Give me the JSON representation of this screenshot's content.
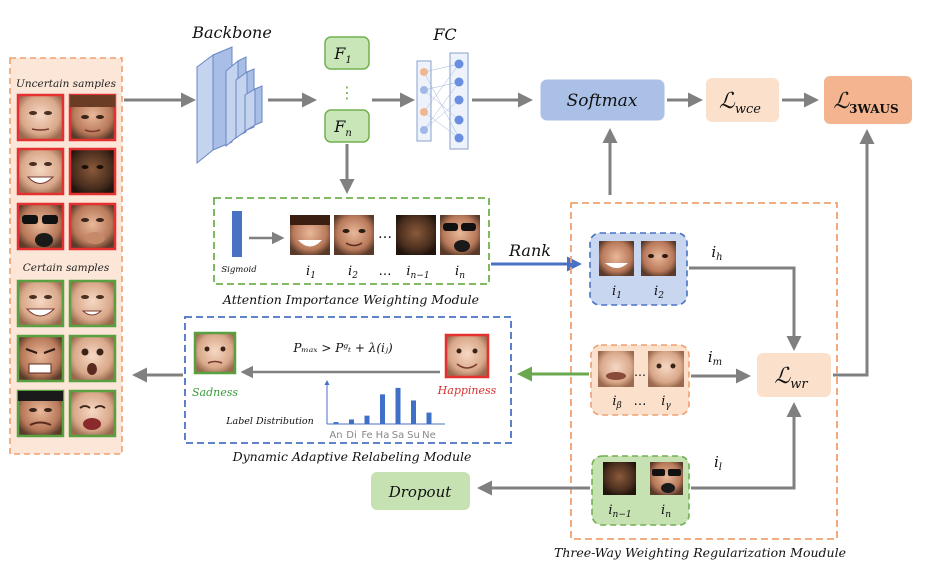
{
  "left_panel": {
    "uncertain_label": "Uncertain samples",
    "certain_label": "Certain samples"
  },
  "top": {
    "backbone_label": "Backbone",
    "f1_label": "F",
    "f1_sub": "1",
    "fn_label": "F",
    "fn_sub": "n",
    "vdots": "⋮",
    "fc_label": "FC",
    "softmax_label": "Softmax",
    "lwce_label": "ℒ",
    "lwce_sub": "wce",
    "l3waus_label": "ℒ",
    "l3waus_sub": "3WAUS"
  },
  "attention_module": {
    "caption": "Attention Importance Weighting Module",
    "sigmoid_label": "Sigmoid",
    "dots": "…",
    "face_labels": [
      {
        "base": "i",
        "sub": "1"
      },
      {
        "base": "i",
        "sub": "2"
      },
      {
        "base": "…",
        "sub": ""
      },
      {
        "base": "i",
        "sub": "n−1"
      },
      {
        "base": "i",
        "sub": "n"
      }
    ]
  },
  "rank_label": "Rank",
  "relabel_module": {
    "caption": "Dynamic Adaptive Relabeling Module",
    "formula": "Pₘₐₓ > Pᵍₜ + λ(iⱼ)",
    "sadness_label": "Sadness",
    "happiness_label": "Happiness",
    "distribution_label": "Label Distribution",
    "distribution_categories": [
      "An",
      "Di",
      "Fe",
      "Ha",
      "Sa",
      "Su",
      "Ne"
    ],
    "distribution_values": [
      0.05,
      0.12,
      0.22,
      0.78,
      0.95,
      0.62,
      0.3
    ]
  },
  "three_way_module": {
    "caption": "Three-Way Weighting Regularization Moudule",
    "high_labels": [
      {
        "base": "i",
        "sub": "1"
      },
      {
        "base": "i",
        "sub": "2"
      }
    ],
    "high_out": {
      "base": "i",
      "sub": "h"
    },
    "mid_labels": [
      {
        "base": "i",
        "sub": "β"
      },
      {
        "base": "…",
        "sub": ""
      },
      {
        "base": "i",
        "sub": "γ"
      }
    ],
    "mid_out": {
      "base": "i",
      "sub": "m"
    },
    "mid_dots": "…",
    "low_labels": [
      {
        "base": "i",
        "sub": "n−1"
      },
      {
        "base": "i",
        "sub": "n"
      }
    ],
    "low_out": {
      "base": "i",
      "sub": "l"
    },
    "lwr_label": "ℒ",
    "lwr_sub": "wr",
    "dropout_label": "Dropout"
  },
  "colors": {
    "orange_dash": "#f0a070",
    "green_dash": "#70b050",
    "blue_dash": "#4a72c4",
    "gray_arrow": "#808080",
    "blue_arrow": "#4a72c4",
    "green_arrow": "#6aa84f",
    "softmax_fill": "#aac0e6",
    "lwce_fill": "#fbe0cc",
    "l3waus_fill": "#f3b48f",
    "f_fill": "#c9e6b8",
    "dropout_fill": "#c6e2b3",
    "red_border": "#e53030",
    "green_border": "#58a040",
    "sadness_text": "#3a9a3a",
    "happiness_text": "#d83030"
  }
}
